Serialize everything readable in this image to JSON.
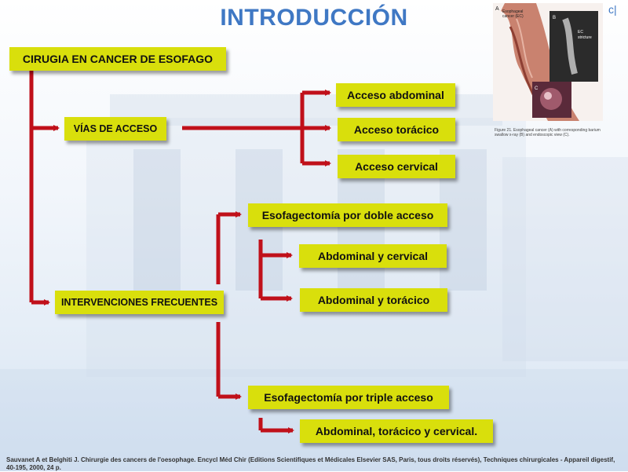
{
  "title": "INTRODUCCIÓN",
  "corner_mark": "c|",
  "root": "CIRUGIA EN CANCER DE ESOFAGO",
  "approach": {
    "label": "VÍAS DE ACCESO",
    "options": [
      "Acceso abdominal",
      "Acceso torácico",
      "Acceso cervical"
    ]
  },
  "interventions": {
    "label": "INTERVENCIONES FRECUENTES",
    "double": {
      "label": "Esofagectomía por doble acceso",
      "options": [
        "Abdominal y cervical",
        "Abdominal y torácico"
      ]
    },
    "triple": {
      "label": "Esofagectomía por triple acceso",
      "options": [
        "Abdominal, torácico y cervical."
      ]
    }
  },
  "figure": {
    "label_a": "A",
    "label_b": "B",
    "label_c": "C",
    "label_esophageal": "Esophageal",
    "label_cancer": "cancer (EC)",
    "label_ec": "EC",
    "label_stricture": "stricture",
    "caption": "Figure 21. Esophageal cancer (A) with corresponding barium swallow x-ray (B) and endoscopic view (C)."
  },
  "citation": "Sauvanet A et Belghiti J. Chirurgie des cancers de l'oesophage. Encycl Méd Chir (Editions Scientifiques et Médicales Elsevier SAS, Paris, tous droits réservés), Techniques chirurgicales - Appareil digestif, 40-195, 2000, 24 p.",
  "colors": {
    "box": "#d9df0c",
    "connector": "#c0101a",
    "title": "#3f78c4"
  }
}
